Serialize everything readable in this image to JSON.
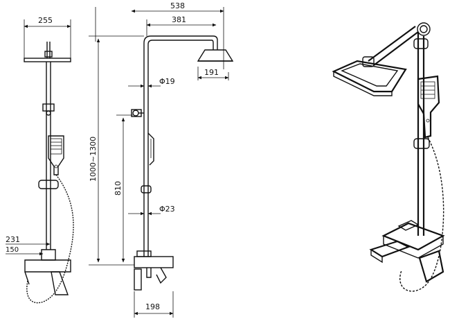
{
  "dimensions": {
    "overall_width": "538",
    "arm_length": "381",
    "head_width_side": "191",
    "head_width_front": "255",
    "pipe_dia_upper": "Φ19",
    "pipe_dia_lower": "Φ23",
    "height_range": "1000~1300",
    "bar_height": "810",
    "mixer_width": "198",
    "inlet_offset_a": "231",
    "inlet_offset_b": "150"
  }
}
